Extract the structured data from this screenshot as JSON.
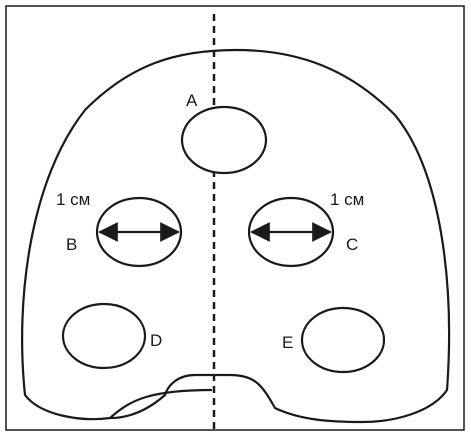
{
  "labels": {
    "a": "A",
    "b": "B",
    "c": "C",
    "d": "D",
    "e": "E"
  },
  "measurements": {
    "left_width": "1 см",
    "right_width": "1 см"
  },
  "colors": {
    "line": "#1a1a1a",
    "background": "#ffffff"
  }
}
